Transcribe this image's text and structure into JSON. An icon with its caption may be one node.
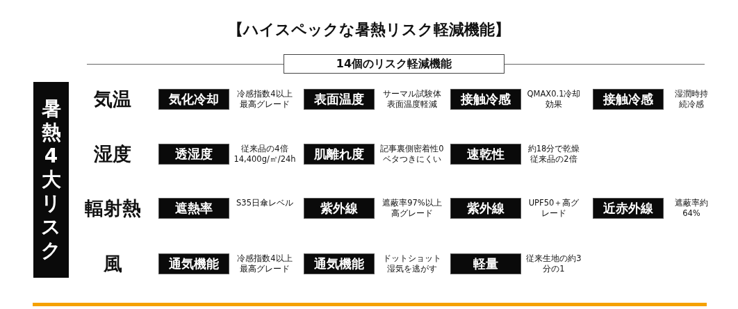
{
  "diagram": {
    "title": "【ハイスペックな暑熱リスク軽減機能】",
    "nodes": [
      {
        "text": [
          "14個のリスク軽減機能"
        ]
      },
      {
        "text": [
          "暑熱4大リスク"
        ]
      },
      {
        "text": [
          "気化冷却"
        ],
        "beside": [
          "冷感指数4以上最高グレード"
        ]
      },
      {
        "text": [
          "表面温度"
        ],
        "beside": [
          "サーマル試験体表面温度軽減"
        ]
      },
      {
        "text": [
          "接触冷感"
        ],
        "beside": [
          "QMAX0.1冷却効果"
        ]
      },
      {
        "text": [
          "接触冷感"
        ],
        "beside": [
          "湿潤時持続冷感"
        ]
      },
      {
        "text": [
          "透湿度"
        ],
        "beside": [
          "従来品の4倍14,400g/㎡/24h"
        ]
      },
      {
        "text": [
          "肌離れ度"
        ],
        "beside": [
          "記事裏側密着性0ベタつきにくい"
        ]
      },
      {
        "text": [
          "速乾性"
        ],
        "beside": [
          "約18分で乾燥従来品の2倍"
        ]
      },
      {
        "text": [
          "遮熱率"
        ],
        "beside": [
          "S35日傘レベル"
        ]
      },
      {
        "text": [
          "紫外線"
        ],
        "beside": [
          "遮蔽率97%以上高グレード"
        ]
      },
      {
        "text": [
          "紫外線"
        ],
        "beside": [
          "UPF50＋高グレード"
        ]
      },
      {
        "text": [
          "近赤外線"
        ],
        "beside": [
          "遮蔽率約64%"
        ]
      },
      {
        "text": [
          "通気機能"
        ],
        "beside": [
          "冷感指数4以上最高グレード"
        ]
      },
      {
        "text": [
          "通気機能"
        ],
        "beside": [
          "ドットショット湿気を逃がす"
        ]
      },
      {
        "text": [
          "軽量"
        ],
        "beside": [
          "従来生地の約3分の1"
        ]
      }
    ],
    "labels": [
      "気温",
      "湿度",
      "輻射熱",
      "風"
    ]
  }
}
